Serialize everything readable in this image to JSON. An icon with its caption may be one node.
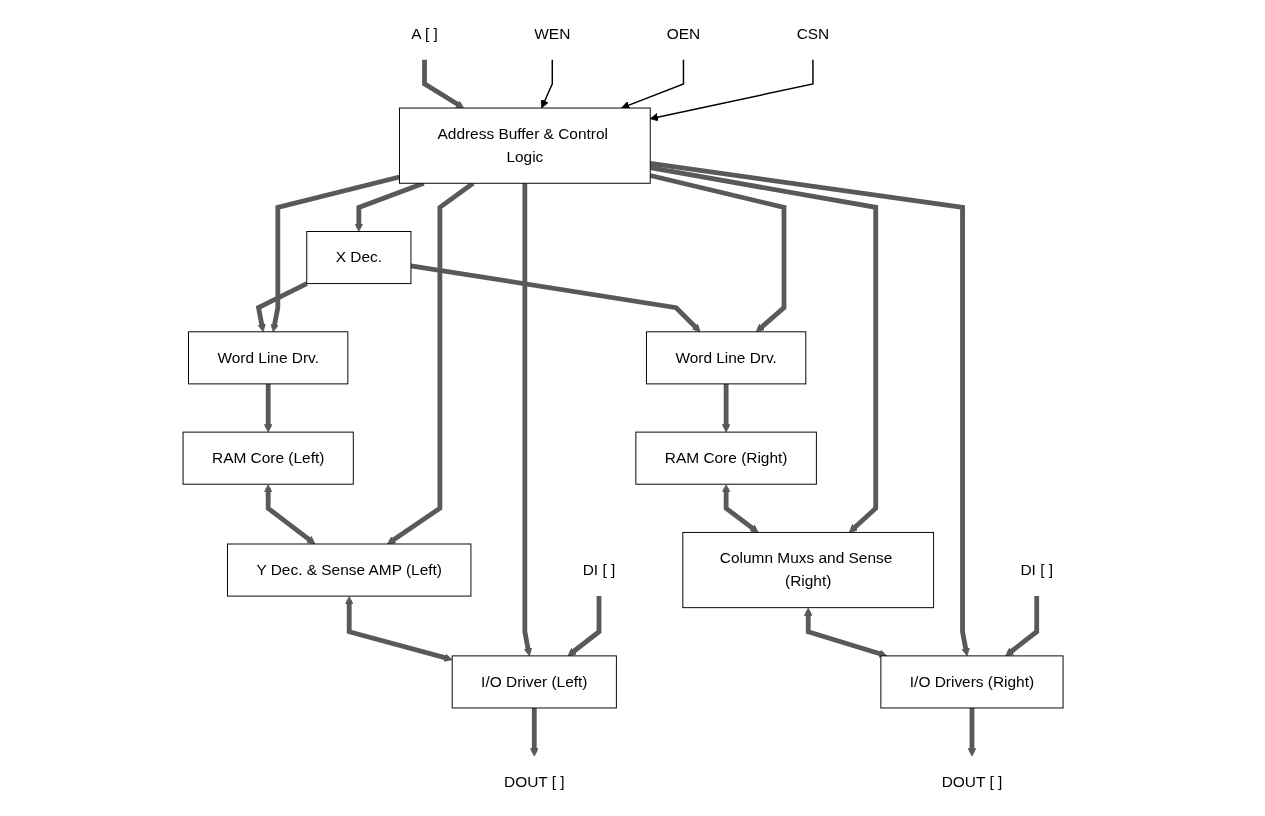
{
  "diagram": {
    "nodes": [
      {
        "text": [
          "RAM Core (Left)"
        ]
      },
      {
        "text": [
          "Word Line Drv."
        ]
      },
      {
        "text": [
          "X Dec."
        ]
      },
      {
        "text": [
          "Word Line Drv."
        ]
      },
      {
        "text": [
          "RAM Core (Right)"
        ]
      },
      {
        "text": [
          "Y Dec. & Sense AMP (Left)"
        ]
      },
      {
        "text": [
          "Address Buffer & Control Logic"
        ]
      },
      {
        "text": [
          "Column Muxs and Sense (Right)"
        ]
      },
      {
        "text": [
          "I/O Driver (Left)"
        ]
      },
      {
        "text": [
          "I/O Drivers (Right)"
        ]
      },
      {
        "text": [
          "DOUT [ ]"
        ]
      },
      {
        "text": [
          "DI [ ]"
        ]
      },
      {
        "text": [
          "A [ ]"
        ]
      },
      {
        "text": [
          "WEN"
        ]
      },
      {
        "text": [
          "OEN"
        ]
      },
      {
        "text": [
          "CSN"
        ]
      },
      {
        "text": [
          "DI [ ]"
        ]
      },
      {
        "text": [
          "DOUT [ ]"
        ]
      }
    ],
    "edges": [
      {
        "from": 2,
        "to": 1,
        "arrow": "to"
      },
      {
        "from": 2,
        "to": 3,
        "arrow": "to"
      },
      {
        "from": 1,
        "to": 0,
        "arrow": "to"
      },
      {
        "from": 3,
        "to": 4,
        "arrow": "to"
      },
      {
        "from": 0,
        "to": 5,
        "arrow": "both"
      },
      {
        "from": 4,
        "to": 7,
        "arrow": "both"
      },
      {
        "from": 6,
        "to": 1,
        "arrow": "to"
      },
      {
        "from": 6,
        "to": 2,
        "arrow": "to"
      },
      {
        "from": 6,
        "to": 3,
        "arrow": "to"
      },
      {
        "from": 6,
        "to": 5,
        "arrow": "to"
      },
      {
        "from": 6,
        "to": 7,
        "arrow": "to"
      },
      {
        "from": 5,
        "to": 8,
        "arrow": "both"
      },
      {
        "from": 7,
        "to": 9,
        "arrow": "both"
      },
      {
        "from": 6,
        "to": 8,
        "arrow": "to"
      },
      {
        "from": 6,
        "to": 9,
        "arrow": "to"
      },
      {
        "from": 8,
        "to": 10,
        "arrow": "to"
      },
      {
        "from": 11,
        "to": 8,
        "arrow": "to"
      },
      {
        "from": 12,
        "to": 6,
        "arrow": "to"
      },
      {
        "from": 13,
        "to": 6,
        "arrow": "to",
        "color": "#000000"
      },
      {
        "from": 14,
        "to": 6,
        "arrow": "to",
        "color": "#000000"
      },
      {
        "from": 15,
        "to": 6,
        "arrow": "to",
        "color": "#000000"
      },
      {
        "from": 16,
        "to": 9,
        "arrow": "to"
      },
      {
        "from": 9,
        "to": 17,
        "arrow": "to"
      }
    ]
  }
}
